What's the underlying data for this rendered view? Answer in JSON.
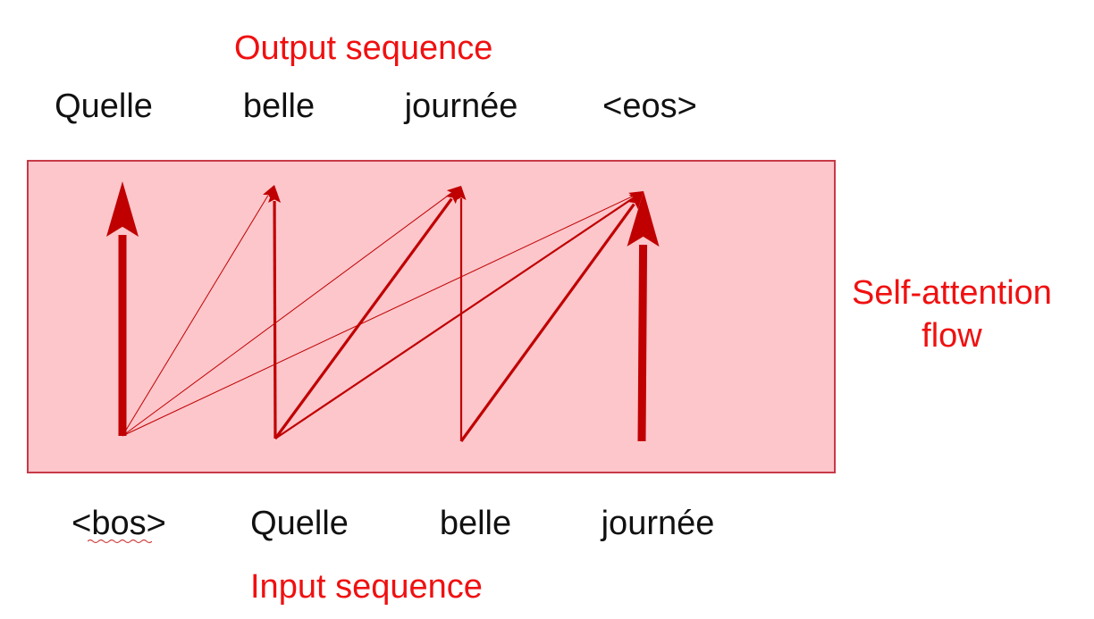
{
  "output_title": "Output sequence",
  "input_title": "Input sequence",
  "output_tokens": [
    "Quelle",
    "belle",
    "journée",
    "<eos>"
  ],
  "input_tokens": [
    "<bos>",
    "Quelle",
    "belle",
    "journée"
  ],
  "side_label": {
    "line1": "Self-attention",
    "line2": "flow"
  },
  "colors": {
    "accent": "#f01010",
    "box_fill": "#fcc6cb",
    "box_stroke": "#c73a48",
    "arrow": "#c00000",
    "text": "#111111"
  },
  "attention_links": [
    {
      "from": 0,
      "to": 0,
      "weight": "heavy"
    },
    {
      "from": 0,
      "to": 1,
      "weight": "thin"
    },
    {
      "from": 0,
      "to": 2,
      "weight": "thin"
    },
    {
      "from": 0,
      "to": 3,
      "weight": "thin"
    },
    {
      "from": 1,
      "to": 1,
      "weight": "medium"
    },
    {
      "from": 1,
      "to": 2,
      "weight": "medium"
    },
    {
      "from": 1,
      "to": 3,
      "weight": "light"
    },
    {
      "from": 2,
      "to": 2,
      "weight": "light"
    },
    {
      "from": 2,
      "to": 3,
      "weight": "medium"
    },
    {
      "from": 3,
      "to": 3,
      "weight": "heavy"
    }
  ]
}
